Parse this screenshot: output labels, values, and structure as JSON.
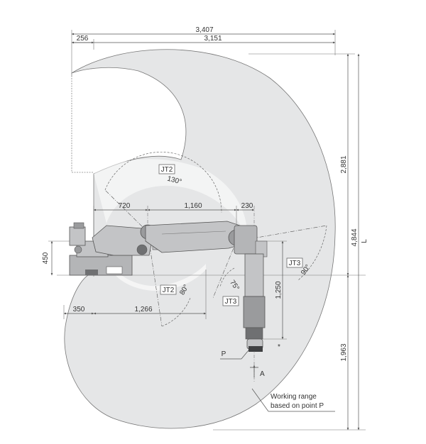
{
  "colors": {
    "range_fill": "#e5e6e7",
    "line": "#555555",
    "robot_body": "#c3c4c6",
    "robot_dark": "#6f7072"
  },
  "dimensions": {
    "overall_width": "3,407",
    "base_offset": "256",
    "reach_width": "3,151",
    "upper_height": "2,881",
    "total_height": "4,844",
    "lower_height": "1,963",
    "l_label": "L",
    "base_height": "450",
    "arm1_length": "720",
    "arm2_length": "1,160",
    "wrist_offset": "230",
    "wrist_length": "1,250",
    "rear_offset": "350",
    "inner_radius": "1,266"
  },
  "joints": {
    "jt2_upper": "JT2",
    "jt2_upper_angle": "130°",
    "jt2_lower": "JT2",
    "jt2_lower_angle": "80°",
    "jt3_upper": "JT3",
    "jt3_upper_angle": "90°",
    "jt3_lower": "JT3",
    "jt3_lower_angle": "75°"
  },
  "markers": {
    "point": "P",
    "view": "A",
    "star": "*"
  },
  "note": {
    "line1": "Working range",
    "line2": "based on point P"
  }
}
